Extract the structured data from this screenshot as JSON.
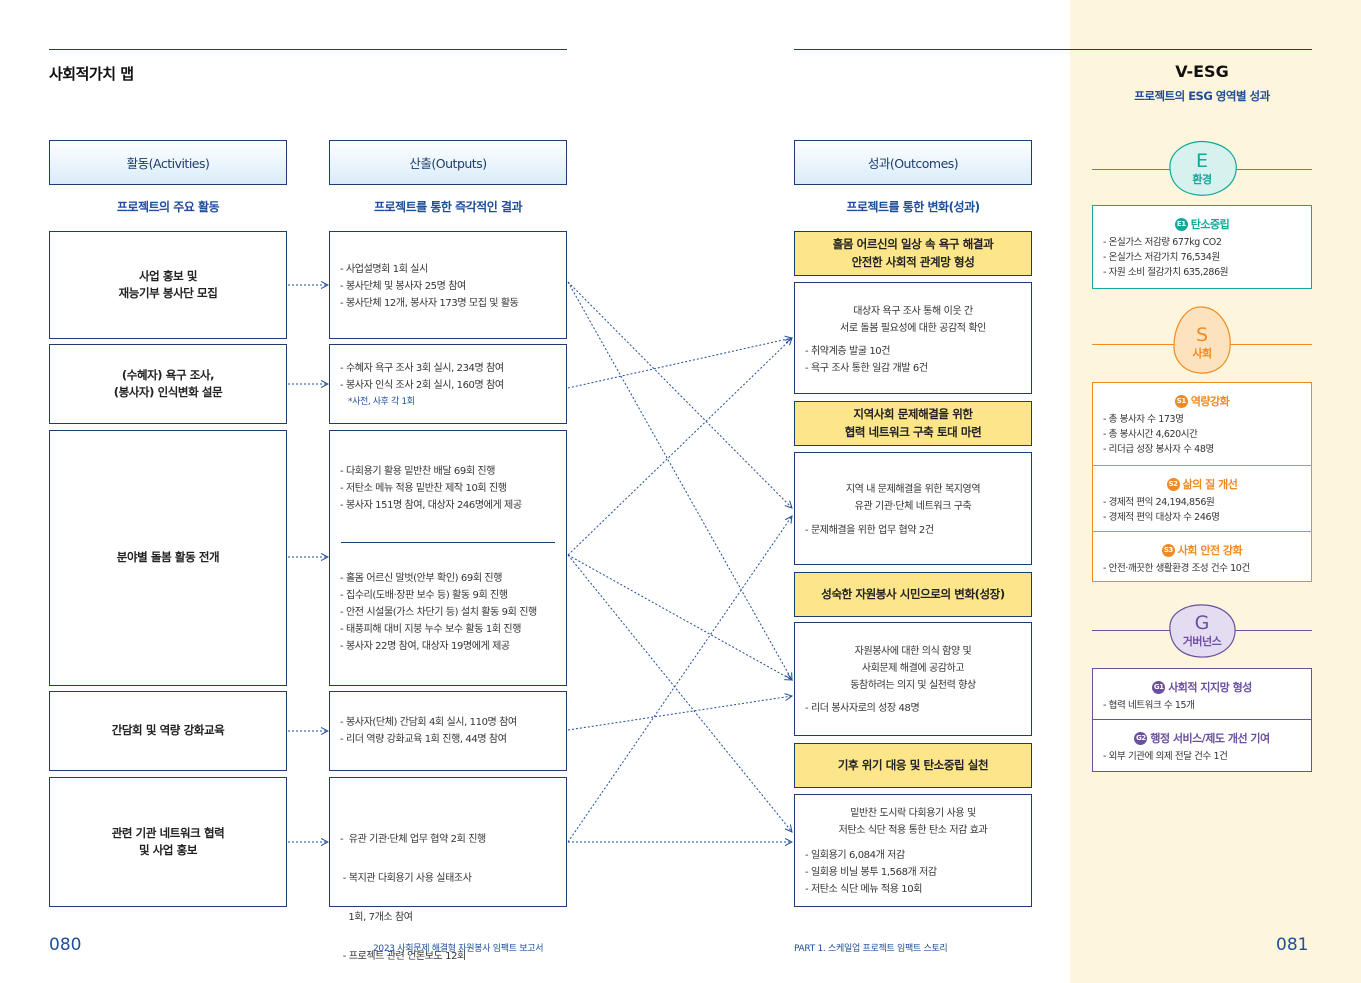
{
  "left": {
    "title": "사회적가치 맵",
    "footer_page": "080",
    "footer_text": "2023 사회문제 해결형 자원봉사 임팩트 보고서"
  },
  "right": {
    "footer_text": "PART 1. 스케일업 프로젝트 임팩트 스토리",
    "footer_page": "081"
  },
  "columns": {
    "activities": {
      "label": "활동(Activities)",
      "sub": "프로젝트의 주요 활동"
    },
    "outputs": {
      "label": "산출(Outputs)",
      "sub": "프로젝트를 통한 즉각적인 결과"
    },
    "outcomes": {
      "label": "성과(Outcomes)",
      "sub": "프로젝트를 통한 변화(성과)"
    }
  },
  "activities": [
    {
      "lines": [
        "사업 홍보 및",
        "재능기부 봉사단 모집"
      ]
    },
    {
      "lines": [
        "(수혜자) 욕구 조사,",
        "(봉사자) 인식변화 설문"
      ]
    },
    {
      "lines": [
        "분야별 돌봄 활동 전개"
      ]
    },
    {
      "lines": [
        "간담회 및 역량 강화교육"
      ]
    },
    {
      "lines": [
        "관련 기관 네트워크 협력",
        "및 사업 홍보"
      ]
    }
  ],
  "outputs": [
    {
      "lines": [
        "- 사업설명회 1회 실시",
        "- 봉사단체 및 봉사자 25명 참여",
        "- 봉사단체 12개, 봉사자 173명 모집 및 활동"
      ]
    },
    {
      "lines": [
        "- 수혜자 욕구 조사 3회 실시, 234명 참여",
        "- 봉사자 인식 조사 2회 실시, 160명 참여"
      ],
      "note": "*사전, 사후 각 1회"
    },
    {
      "lines": [
        "- 다회용기 활용 밑반찬 배달 69회 진행",
        "- 저탄소 메뉴 적용 밑반찬 제작 10회 진행",
        "- 봉사자 151명 참여, 대상자 246명에게 제공"
      ],
      "lines2": [
        "- 홀몸 어르신 말벗(안부 확인) 69회 진행",
        "- 집수리(도배·장판 보수 등) 활동 9회 진행",
        "- 안전 시설물(가스 차단기 등) 설치 활동 9회 진행",
        "- 태풍피해 대비 지붕 누수 보수 활동 1회 진행",
        "- 봉사자 22명 참여, 대상자 19명에게 제공"
      ]
    },
    {
      "lines": [
        "- 봉사자(단체) 간담회 4회 실시, 110명 참여",
        "- 리더 역량 강화교육 1회 진행, 44명 참여"
      ]
    },
    {
      "lines": [
        "-  유관 기관·단체 업무 협약 2회 진행",
        " - 복지관 다회용기 사용 실태조사",
        "   1회, 7개소 참여",
        " - 프로젝트 관련 언론보도 12회"
      ]
    }
  ],
  "outcomes": [
    {
      "title": [
        "홀몸 어르신의 일상 속 욕구 해결과",
        "안전한 사회적 관계망 형성"
      ],
      "desc": [
        "대상자 욕구 조사 통해 이웃 간",
        "서로 돌봄 필요성에 대한 공감적 확인"
      ],
      "items": [
        "- 취약계층 발굴 10건",
        "- 욕구 조사 통한 일감 개발 6건"
      ]
    },
    {
      "title": [
        "지역사회 문제해결을 위한",
        "협력 네트워크 구축 토대 마련"
      ],
      "desc": [
        "지역 내 문제해결을 위한 복지영역",
        "유관 기관·단체 네트워크 구축"
      ],
      "items": [
        "- 문제해결을 위한 업무 협약 2건"
      ]
    },
    {
      "title": [
        "성숙한 자원봉사 시민으로의 변화(성장)"
      ],
      "desc": [
        "자원봉사에 대한 의식 함양 및",
        "사회문제 해결에 공감하고",
        "동참하려는 의지 및 실천력 향상"
      ],
      "items": [
        "- 리더 봉사자로의 성장 48명"
      ]
    },
    {
      "title": [
        "기후 위기 대응 및 탄소중립 실천"
      ],
      "desc": [
        "밑반찬 도시락 다회용기 사용 및",
        "저탄소 식단 적용 통한 탄소 저감 효과"
      ],
      "items": [
        "- 일회용기 6,084개 저감",
        "- 일회용 비닐 봉투 1,568개 저감",
        "- 저탄소 식단 메뉴 적용 10회"
      ]
    }
  ],
  "vesg": {
    "title": "V-ESG",
    "subtitle": "프로젝트의 ESG 영역별 성과",
    "E": {
      "letter": "E",
      "word": "환경",
      "color": "#14a89a",
      "fill": "#d6f1ee",
      "sections": [
        {
          "badge": "E1",
          "title": "탄소중립",
          "items": [
            "- 온실가스 저감량 677kg CO2",
            "- 온실가스 저감가치 76,534원",
            "- 자원 소비 절감가치 635,286원"
          ]
        }
      ]
    },
    "S": {
      "letter": "S",
      "word": "사회",
      "color": "#f08a24",
      "fill": "#fde3bd",
      "sections": [
        {
          "badge": "S1",
          "title": "역량강화",
          "items": [
            "- 총 봉사자 수 173명",
            "- 총 봉사시간 4,620시간",
            "- 리더급 성장 봉사자 수 48명"
          ]
        },
        {
          "badge": "S2",
          "title": "삶의 질 개선",
          "items": [
            "- 경제적 편익 24,194,856원",
            "- 경제적 편익 대상자 수 246명"
          ]
        },
        {
          "badge": "S3",
          "title": "사회 안전 강화",
          "items": [
            "- 안전·깨끗한 생활환경 조성 건수 10건"
          ]
        }
      ]
    },
    "G": {
      "letter": "G",
      "word": "거버넌스",
      "color": "#6b4fa0",
      "fill": "#e4dcf1",
      "sections": [
        {
          "badge": "G1",
          "title": "사회적 지지망 형성",
          "items": [
            "- 협력 네트워크 수 15개"
          ]
        },
        {
          "badge": "G2",
          "title": "행정 서비스/제도 개선 기여",
          "items": [
            "- 외부 기관에 의제 전달 건수 1건"
          ]
        }
      ]
    }
  }
}
